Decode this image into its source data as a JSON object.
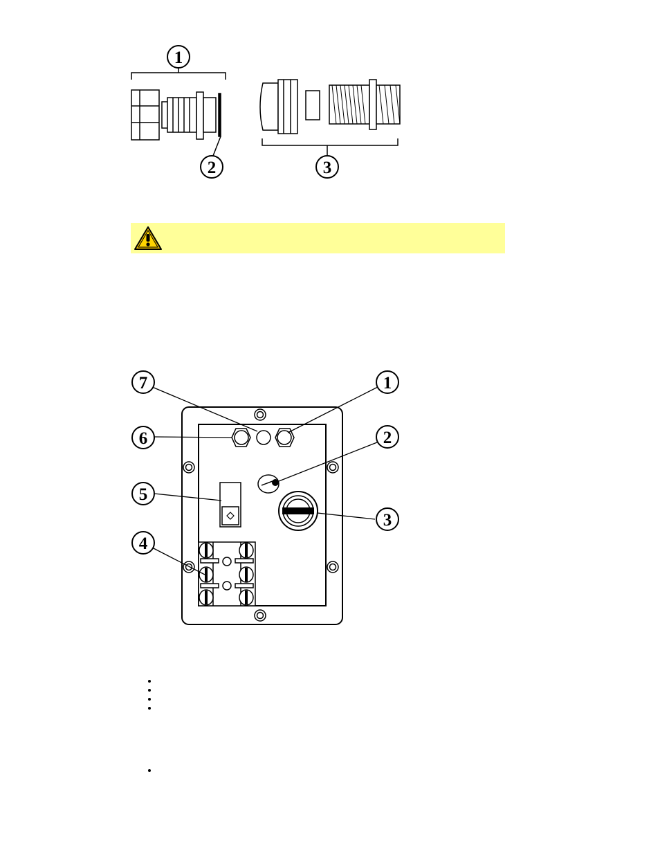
{
  "figure_top": {
    "callouts": [
      "1",
      "2",
      "3"
    ]
  },
  "warning": {
    "icon": "warning-triangle-icon",
    "background": "#ffff99"
  },
  "figure_panel": {
    "callouts": [
      "1",
      "2",
      "3",
      "4",
      "5",
      "6",
      "7"
    ]
  },
  "bullets": {
    "group1_count": 4,
    "group2_count": 1
  }
}
